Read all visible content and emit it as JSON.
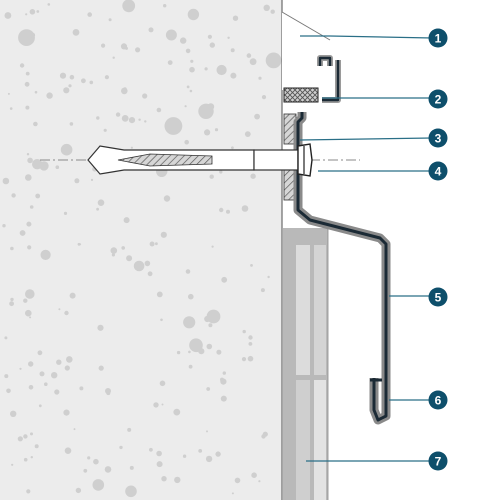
{
  "colors": {
    "concrete": "#ececec",
    "aggregate": "#cfcfcf",
    "leader": "#2a6f87",
    "badge": "#0e4f6b",
    "profile": "#1b2a35",
    "profile_shell": "#8a8a8a",
    "insulation": "#b8b8b8",
    "insulation_light": "#d9d9d9"
  },
  "callouts": [
    {
      "label": "1"
    },
    {
      "label": "2"
    },
    {
      "label": "3"
    },
    {
      "label": "4"
    },
    {
      "label": "5"
    },
    {
      "label": "6"
    },
    {
      "label": "7"
    }
  ]
}
